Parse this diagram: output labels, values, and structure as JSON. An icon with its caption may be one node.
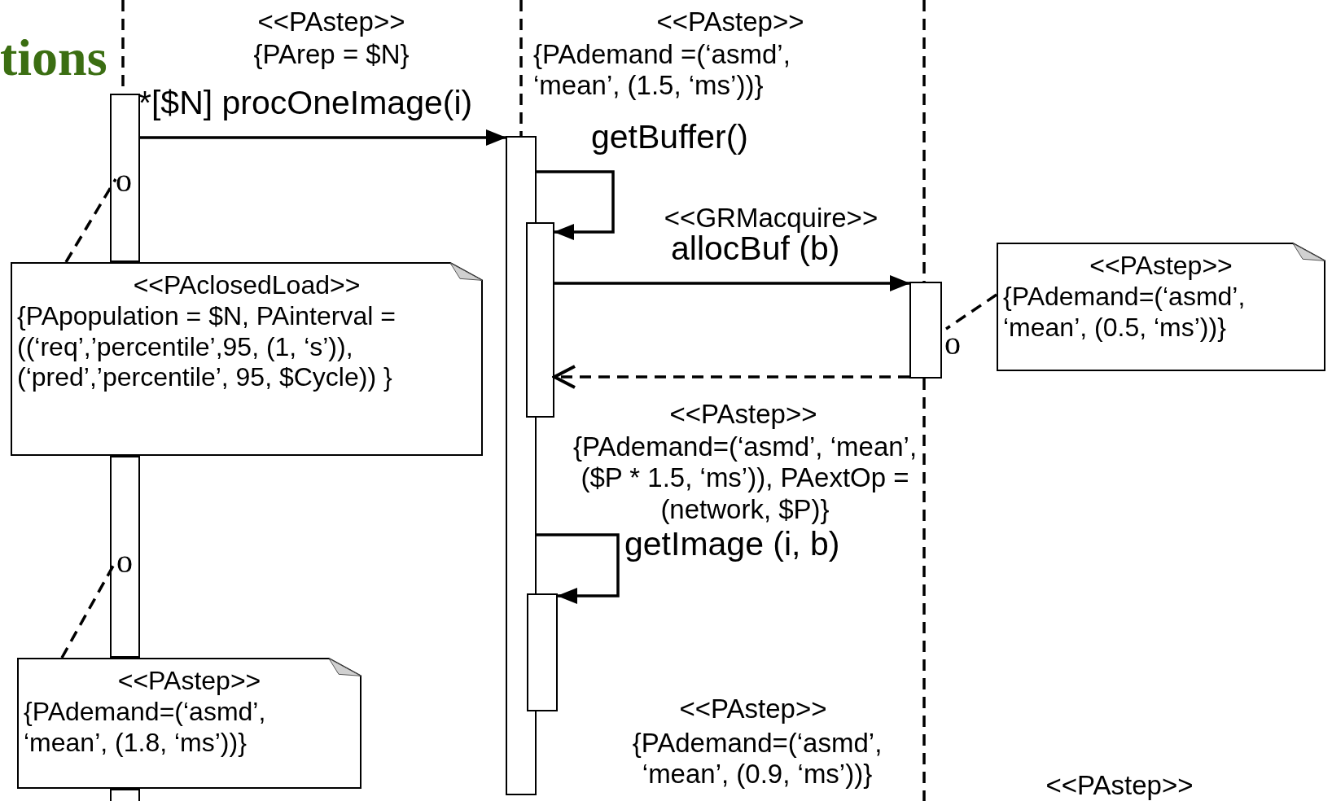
{
  "diagram": {
    "nodes": [
      {
        "text": [],
        "shape": "bar"
      },
      {
        "text": [],
        "shape": "bar"
      },
      {
        "text": [],
        "shape": "bar"
      },
      {
        "text": [],
        "shape": "bar"
      },
      {
        "text": [],
        "shape": "bar"
      },
      {
        "text": [],
        "shape": "bar"
      },
      {
        "text": [],
        "shape": "bar"
      },
      {
        "text": [
          "<<PAclosedLoad>>",
          "{PApopulation = $N, PAinterval =((‘req’,’percentile’,95, (1, ‘s’)), (‘pred’,’percentile’, 95, $Cycle)) }"
        ]
      },
      {
        "text": [
          "<<PAstep>>",
          "{PAdemand=(‘asmd’, ‘mean’, (1.8, ‘ms’))}"
        ]
      },
      {
        "text": [
          "<<PAstep>>",
          "{PAdemand=(‘asmd’, ‘mean’, (0.5, ‘ms’))}"
        ]
      },
      {
        "text": [
          "o"
        ],
        "in": 0
      },
      {
        "text": [
          "o"
        ],
        "in": 5
      },
      {
        "text": [
          "o"
        ]
      }
    ],
    "edges": [
      {
        "from": 0,
        "to": 1,
        "arrow": "to",
        "label": "*[$N] procOneImage(i)"
      },
      {
        "from": 1,
        "to": 2,
        "arrow": "to",
        "label": "getBuffer()"
      },
      {
        "from": 2,
        "to": 4,
        "arrow": "to",
        "label": "allocBuf (b)"
      },
      {
        "from": 4,
        "to": 2,
        "arrow": "to",
        "style": "dashed"
      },
      {
        "from": 1,
        "to": 3,
        "arrow": "to",
        "label": "getImage (i, b)"
      },
      {
        "from": 7,
        "to": 10,
        "arrow": "none",
        "style": "dashed"
      },
      {
        "from": 8,
        "to": 11,
        "arrow": "none",
        "style": "dashed"
      },
      {
        "from": 9,
        "to": 12,
        "arrow": "none",
        "style": "dashed"
      }
    ],
    "labels": [
      "tions",
      "<<PAstep>>",
      "{PArep = $N}",
      "<<PAstep>>",
      "{PAdemand =(‘asmd’, ‘mean’, (1.5, ‘ms’))}",
      "<<GRMacquire>>",
      "<<PAstep>>",
      "{PAdemand=(‘asmd’, ‘mean’, ($P * 1.5, ‘ms’)), PAextOp = (network, $P)}",
      "<<PAstep>>",
      "{PAdemand=(‘asmd’, ‘mean’, (0.9, ‘ms’))}",
      "<<PAstep>>"
    ]
  }
}
